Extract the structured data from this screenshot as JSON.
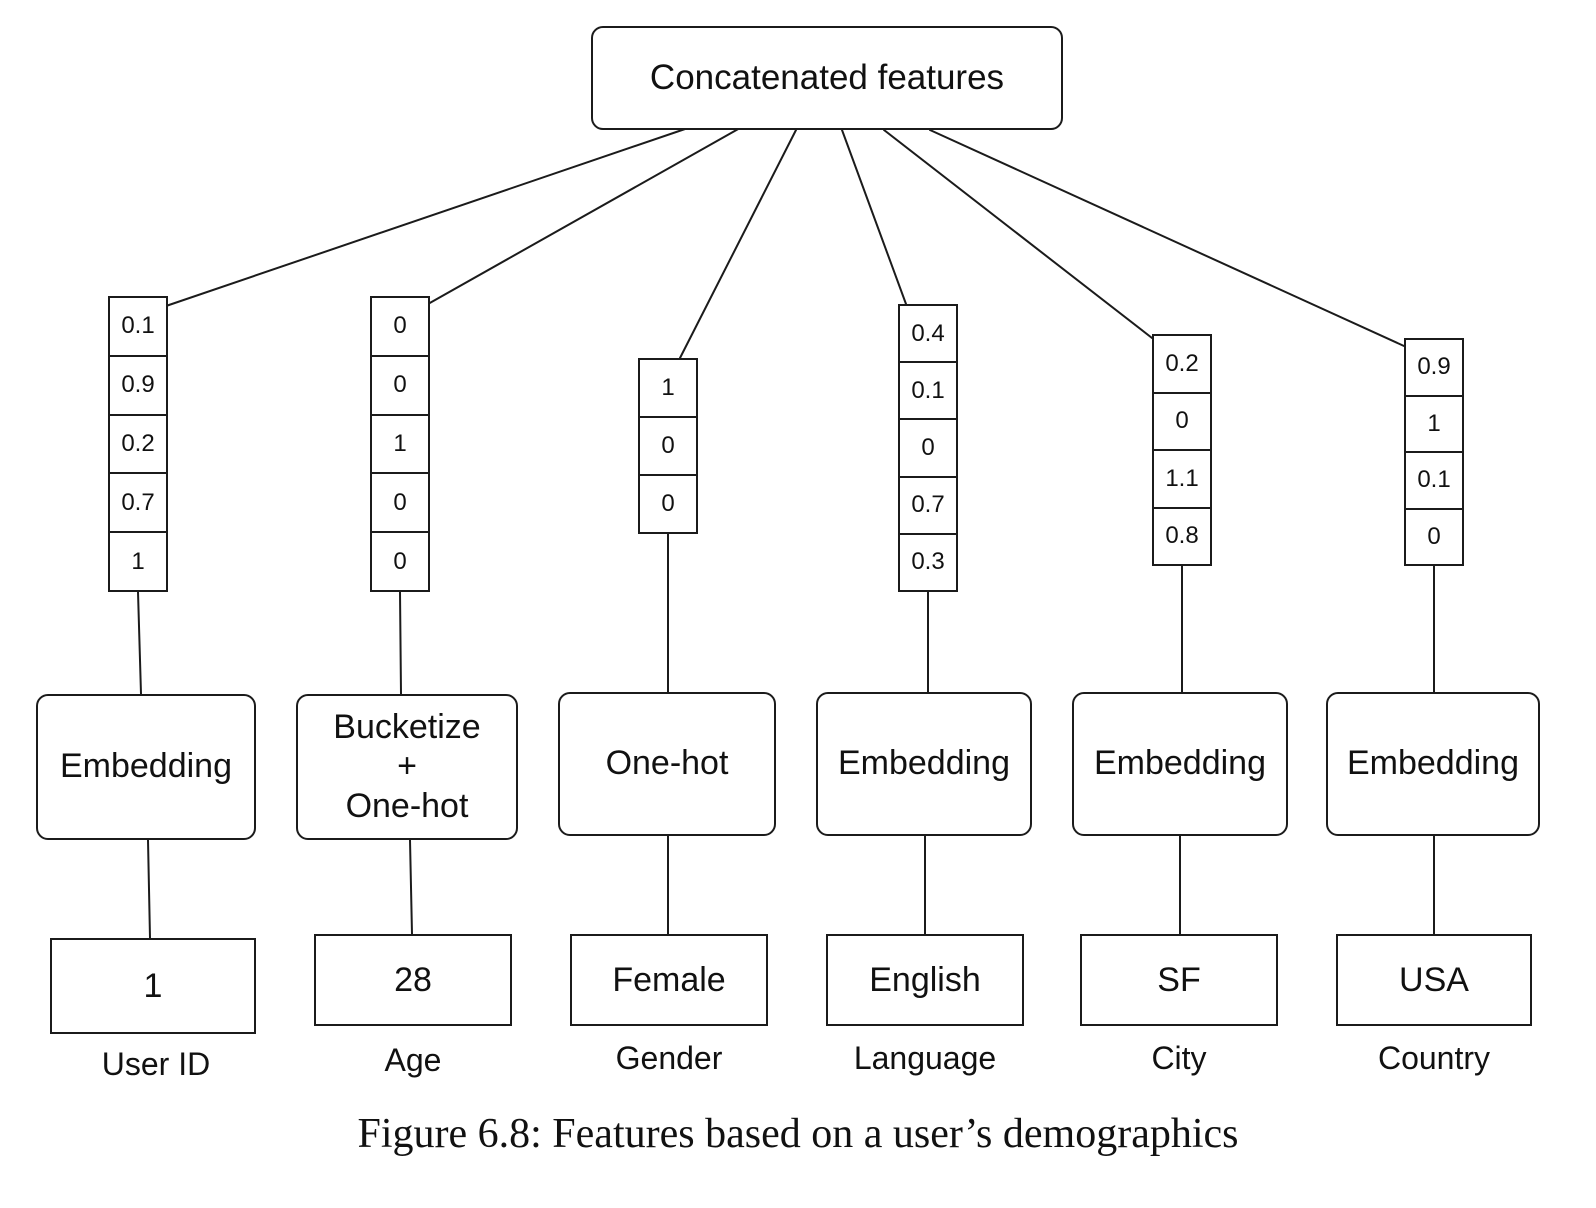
{
  "top_node": "Concatenated features",
  "features": [
    {
      "label": "User ID",
      "input": "1",
      "transform": "Embedding",
      "vector": [
        "0.1",
        "0.9",
        "0.2",
        "0.7",
        "1"
      ]
    },
    {
      "label": "Age",
      "input": "28",
      "transform": "Bucketize\n+\nOne-hot",
      "vector": [
        "0",
        "0",
        "1",
        "0",
        "0"
      ]
    },
    {
      "label": "Gender",
      "input": "Female",
      "transform": "One-hot",
      "vector": [
        "1",
        "0",
        "0"
      ]
    },
    {
      "label": "Language",
      "input": "English",
      "transform": "Embedding",
      "vector": [
        "0.4",
        "0.1",
        "0",
        "0.7",
        "0.3"
      ]
    },
    {
      "label": "City",
      "input": "SF",
      "transform": "Embedding",
      "vector": [
        "0.2",
        "0",
        "1.1",
        "0.8"
      ]
    },
    {
      "label": "Country",
      "input": "USA",
      "transform": "Embedding",
      "vector": [
        "0.9",
        "1",
        "0.1",
        "0"
      ]
    }
  ],
  "caption": "Figure 6.8: Features based on a user’s demographics"
}
